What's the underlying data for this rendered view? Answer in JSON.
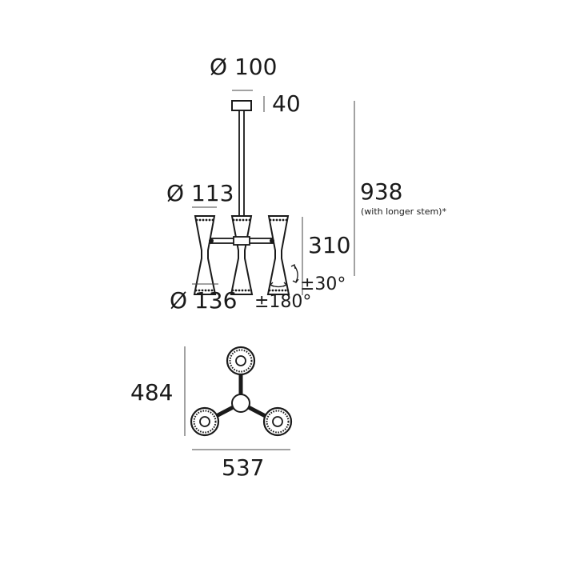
{
  "dimensions": {
    "canopy_diameter": "Ø 100",
    "canopy_height": "40",
    "overall_height": "938",
    "overall_height_note": "(with longer stem)*",
    "shade_top_diameter": "Ø 113",
    "shade_bottom_diameter": "Ø 136",
    "shade_height": "310",
    "tilt_angle": "±30°",
    "rotation_angle": "±180°",
    "plan_depth": "484",
    "plan_width": "537"
  },
  "colors": {
    "line": "#1a1a1a",
    "guide": "#444444",
    "fill": "#ffffff"
  }
}
